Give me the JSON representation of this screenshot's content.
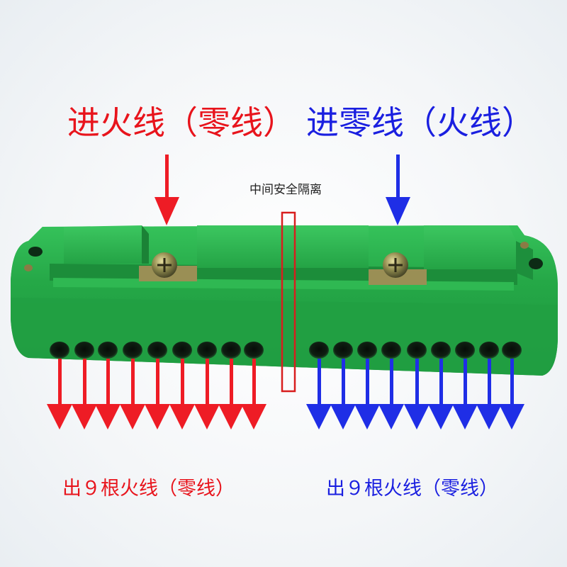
{
  "labels": {
    "input_left": "进火线（零线）",
    "input_right": "进零线（火线）",
    "middle_note": "中间安全隔离",
    "output_left": "出９根火线（零线）",
    "output_right": "出９根火线（零线）"
  },
  "terminal_block": {
    "body_color": "#22a845",
    "output_holes_per_side": 9,
    "screw_terminals": 2
  },
  "colors": {
    "red_arrow": "#ee1c25",
    "blue_arrow": "#1f2ee6",
    "isolation_frame": "#d81e1e"
  }
}
